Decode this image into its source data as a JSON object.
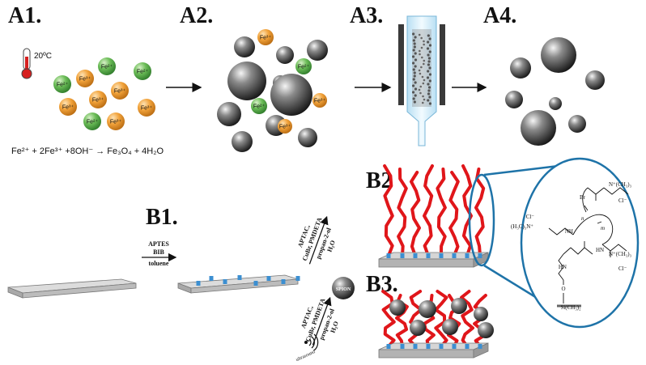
{
  "panels": {
    "a1": "A1.",
    "a2": "A2.",
    "a3": "A3.",
    "a4": "A4.",
    "b1": "B1.",
    "b2": "B2",
    "b3": "B3."
  },
  "thermometer_temp": "20ºC",
  "ions": {
    "fe2": "Fe²⁺",
    "fe3": "Fe³⁺"
  },
  "reaction": "Fe²⁺ + 2Fe³⁺ +8OH⁻ → Fe₃O₄ + 4H₂O",
  "step1_conditions": {
    "line1": "APTES",
    "line2": "BIB",
    "line3": "toluene"
  },
  "step2_conditions": {
    "line1": "APTAC,",
    "line2": "CuBr, PMDETA",
    "line3": "propan-2-ol",
    "line4": "H₂O"
  },
  "step3_conditions": {
    "line1": "APTAC,",
    "line2": "CuBr, PMDETA",
    "line3": "propan-2-ol",
    "line4": "H₂O"
  },
  "spion_label": "SPION",
  "ultrasound_label": "ultrasound",
  "structure": {
    "br": "Br",
    "cl1": "Cl⁻",
    "cl2": "Cl⁻",
    "cl3": "Cl⁻",
    "nme3_left": "(H₃C)₃N⁺",
    "nme3_top": "N⁺(CH₃)₃",
    "nme3_right": "N⁺(CH₃)₃",
    "nh1": "NH",
    "nh2": "HN",
    "hn3": "HN",
    "si": "Si(CH₃)₂",
    "o": "O",
    "n": "n",
    "m": "m"
  },
  "colors": {
    "fe2_sphere": "#5ab34e",
    "fe3_sphere": "#f0a13a",
    "polymer": "#e0161a",
    "anchor": "#3c8fd1",
    "zoom_circle": "#1e73a8",
    "nanoparticle": "#333333"
  }
}
